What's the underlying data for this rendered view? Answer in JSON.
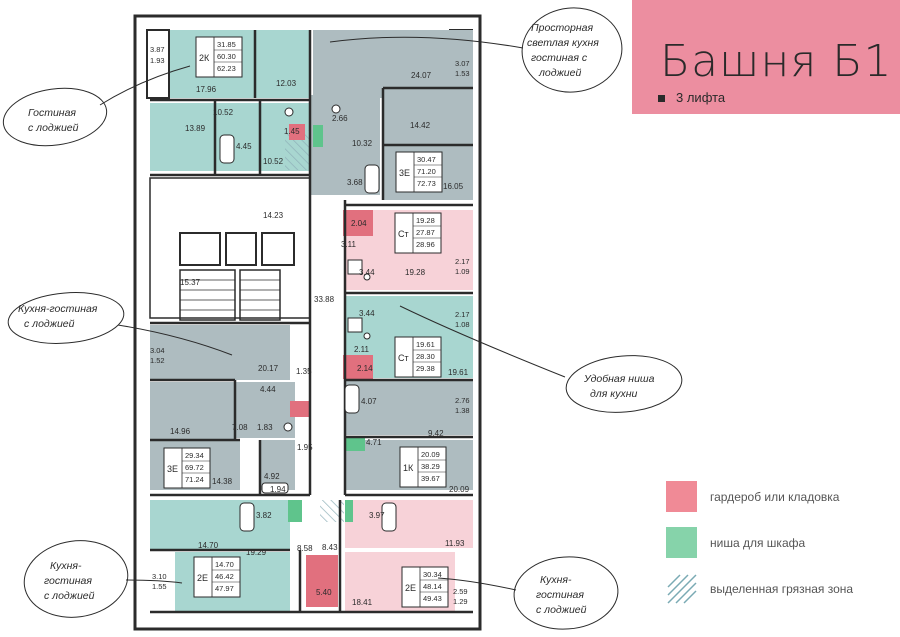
{
  "header": {
    "title": "Башня Б1",
    "lifts": "3 лифта"
  },
  "colors": {
    "pink_block": "#ec8ea0",
    "apt_gray": "#aebcc0",
    "apt_teal": "#a8d6d0",
    "apt_pink": "#f7d2d8",
    "wardrobe": "#e1707e",
    "wardrobe_legend": "#f08a96",
    "niche": "#5fc48c",
    "niche_legend": "#86d3aa",
    "wall": "#2b2b2b"
  },
  "legend": [
    {
      "label": "гардероб или кладовка",
      "kind": "wardrobe"
    },
    {
      "label": "ниша для шкафа",
      "kind": "niche"
    },
    {
      "label": "выделенная грязная зона",
      "kind": "hatch"
    }
  ],
  "callouts": [
    {
      "lines": [
        "Гостиная",
        "с лоджией"
      ]
    },
    {
      "lines": [
        "Просторная",
        "светлая кухня",
        "гостиная с",
        "лоджией"
      ]
    },
    {
      "lines": [
        "Кухня-гостиная",
        "с лоджией"
      ]
    },
    {
      "lines": [
        "Удобная ниша",
        "для кухни"
      ]
    },
    {
      "lines": [
        "Кухня-",
        "гостиная",
        "с лоджией"
      ]
    },
    {
      "lines": [
        "Кухня-",
        "гостиная",
        "с лоджией"
      ]
    }
  ],
  "apartments": [
    {
      "type": "2К",
      "areas": [
        "31.85",
        "60.30",
        "62.23"
      ]
    },
    {
      "type": "3Е",
      "areas": [
        "30.47",
        "71.20",
        "72.73"
      ]
    },
    {
      "type": "Ст",
      "areas": [
        "19.28",
        "27.87",
        "28.96"
      ]
    },
    {
      "type": "Ст",
      "areas": [
        "19.61",
        "28.30",
        "29.38"
      ]
    },
    {
      "type": "3Е",
      "areas": [
        "29.34",
        "69.72",
        "71.24"
      ]
    },
    {
      "type": "1К",
      "areas": [
        "20.09",
        "38.29",
        "39.67"
      ]
    },
    {
      "type": "2Е",
      "areas": [
        "14.70",
        "46.42",
        "47.97"
      ]
    },
    {
      "type": "2Е",
      "areas": [
        "30.34",
        "48.14",
        "49.43"
      ]
    }
  ],
  "rooms": [
    "17.96",
    "12.03",
    "24.07",
    "10.52",
    "14.42",
    "13.89",
    "4.45",
    "1.45",
    "2.66",
    "10.52",
    "10.32",
    "3.68",
    "16.05",
    "14.23",
    "2.04",
    "3.11",
    "3.44",
    "19.28",
    "15.37",
    "3.44",
    "33.88",
    "20.17",
    "2.11",
    "1.35",
    "2.14",
    "19.61",
    "4.44",
    "4.07",
    "14.96",
    "7.08",
    "1.83",
    "9.42",
    "1.95",
    "4.71",
    "14.38",
    "4.92",
    "1.94",
    "20.09",
    "3.82",
    "3.97",
    "8.58",
    "8.43",
    "11.93",
    "14.70",
    "19.29",
    "5.40",
    "18.41"
  ],
  "loggias": [
    {
      "a": "3.87",
      "b": "1.93"
    },
    {
      "a": "3.07",
      "b": "1.53"
    },
    {
      "a": "2.17",
      "b": "1.09"
    },
    {
      "a": "2.17",
      "b": "1.08"
    },
    {
      "a": "3.04",
      "b": "1.52"
    },
    {
      "a": "2.76",
      "b": "1.38"
    },
    {
      "a": "3.10",
      "b": "1.55"
    },
    {
      "a": "2.59",
      "b": "1.29"
    }
  ]
}
